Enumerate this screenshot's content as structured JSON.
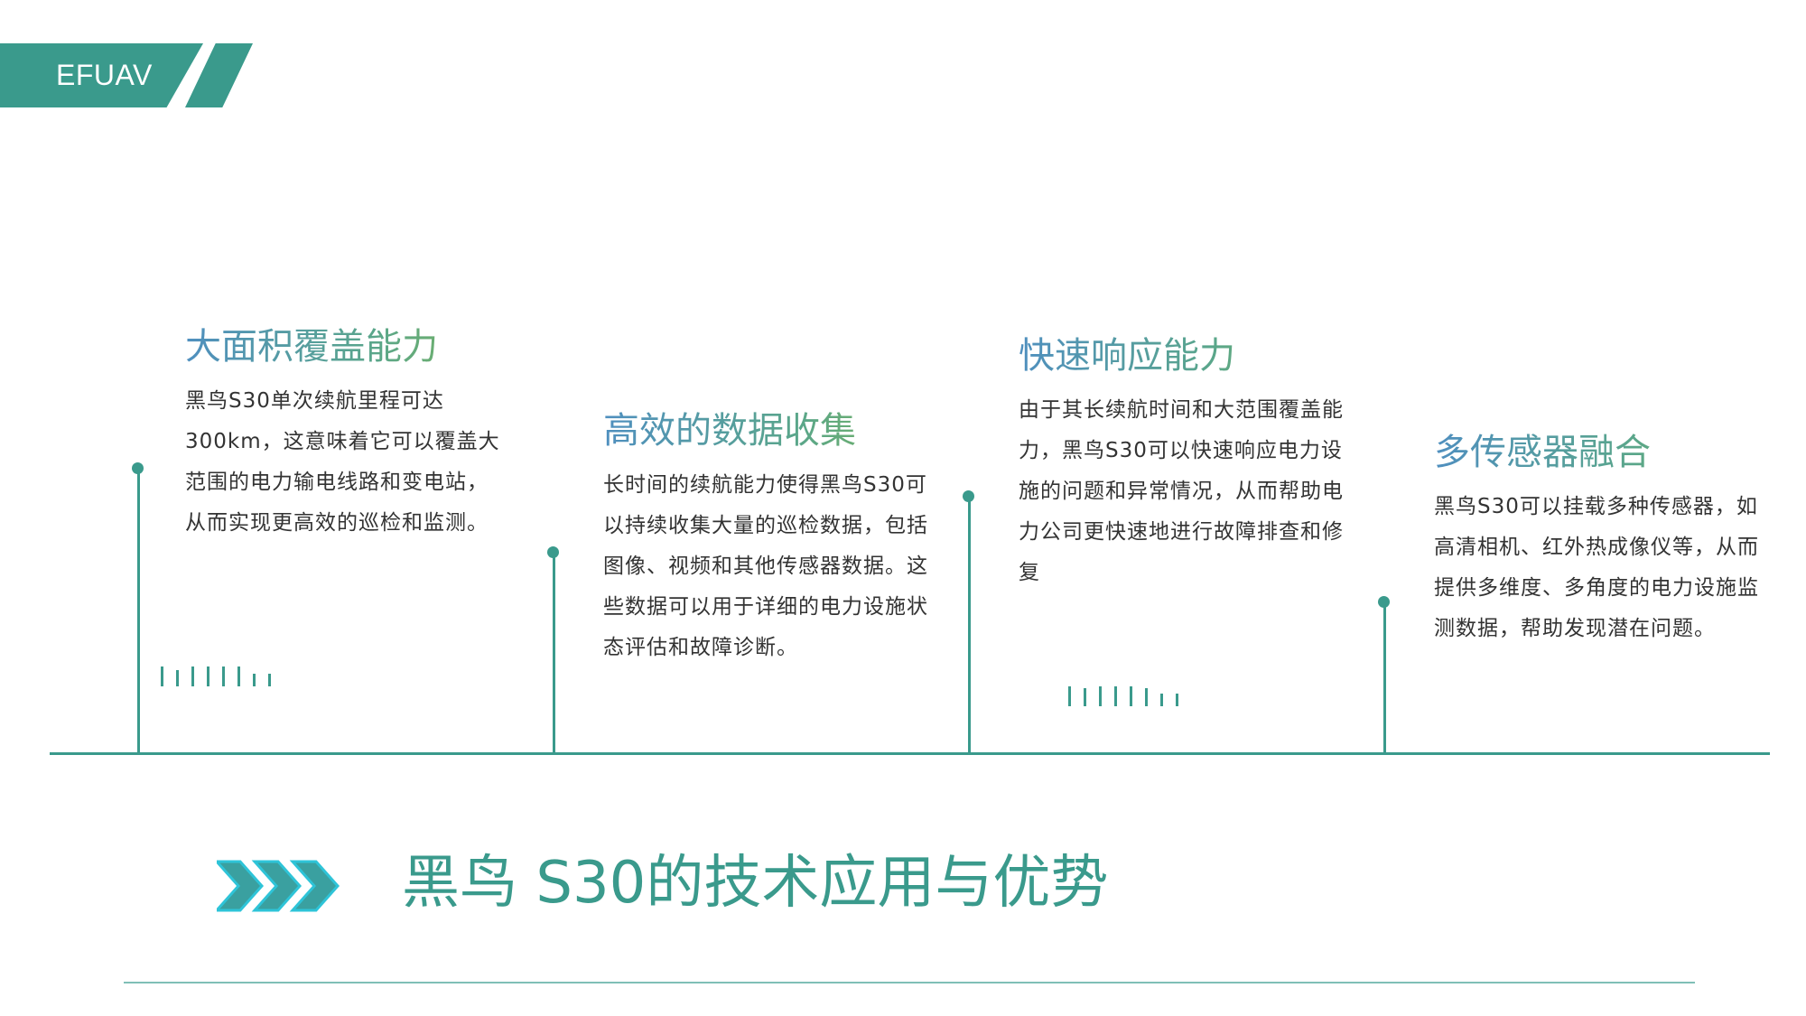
{
  "brand": {
    "label": "EFUAV"
  },
  "features": [
    {
      "title": "大面积覆盖能力",
      "body": "黑鸟S30单次续航里程可达300km，这意味着它可以覆盖大范围的电力输电线路和变电站，从而实现更高效的巡检和监测。"
    },
    {
      "title": "高效的数据收集",
      "body": "长时间的续航能力使得黑鸟S30可以持续收集大量的巡检数据，包括图像、视频和其他传感器数据。这些数据可以用于详细的电力设施状态评估和故障诊断。"
    },
    {
      "title": "快速响应能力",
      "body": "由于其长续航时间和大范围覆盖能力，黑鸟S30可以快速响应电力设施的问题和异常情况，从而帮助电力公司更快速地进行故障排查和修复"
    },
    {
      "title": "多传感器融合",
      "body": "黑鸟S30可以挂载多种传感器，如高清相机、红外热成像仪等，从而提供多维度、多角度的电力设施监测数据，帮助发现潜在问题。"
    }
  ],
  "page": {
    "title": "黑鸟 S30的技术应用与优势"
  },
  "colors": {
    "accent": "#3a9a8c",
    "title_gradient_start": "#4f8fbf",
    "title_gradient_end": "#7ab55a",
    "chevron_fill": "#3aa0a0",
    "chevron_edge": "#2ec4d8",
    "body_text": "#333333"
  }
}
